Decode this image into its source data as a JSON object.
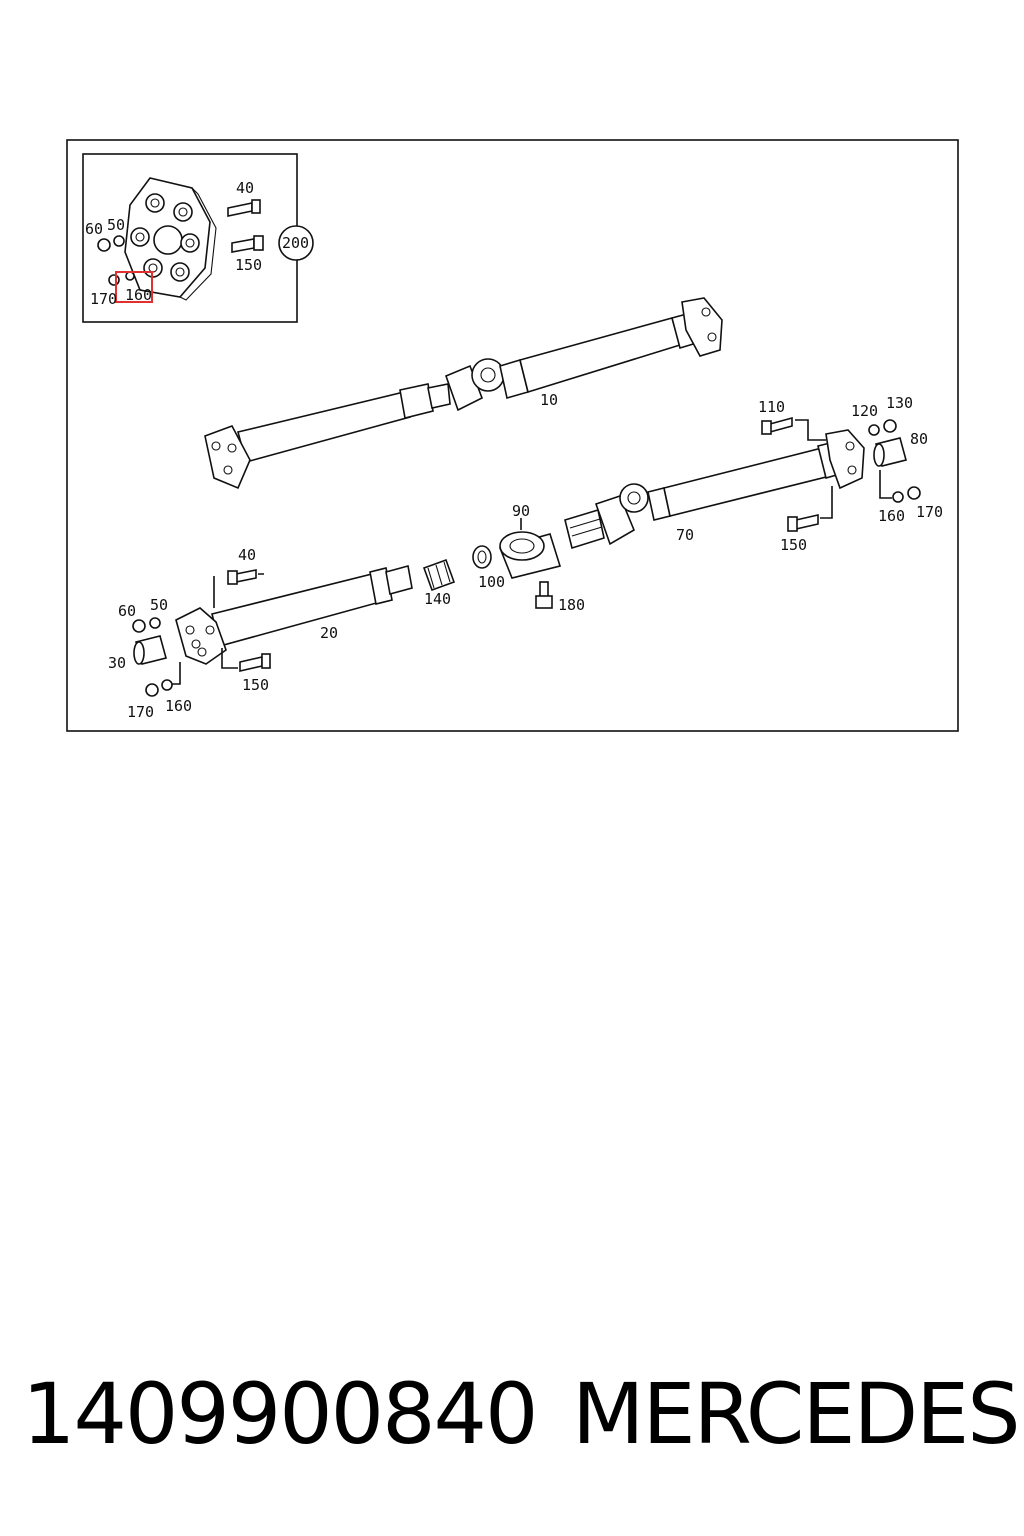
{
  "callouts": {
    "inset": {
      "l40": "40",
      "l60": "60",
      "l50": "50",
      "l150": "150",
      "l170": "170",
      "l160": "160",
      "l200": "200"
    },
    "upper_shaft": {
      "l10": "10"
    },
    "rear_shaft": {
      "l110": "110",
      "l120": "120",
      "l130": "130",
      "l80": "80",
      "l160": "160",
      "l170": "170",
      "l150": "150",
      "l70": "70"
    },
    "middle": {
      "l90": "90",
      "l100": "100",
      "l140": "140",
      "l180": "180"
    },
    "front_shaft": {
      "l40": "40",
      "l60": "60",
      "l50": "50",
      "l30": "30",
      "l20": "20",
      "l150": "150",
      "l170": "170",
      "l160": "160"
    }
  },
  "highlight_color": "#e03030",
  "footer": {
    "part_number": "1409900840",
    "brand": "MERCEDES"
  }
}
